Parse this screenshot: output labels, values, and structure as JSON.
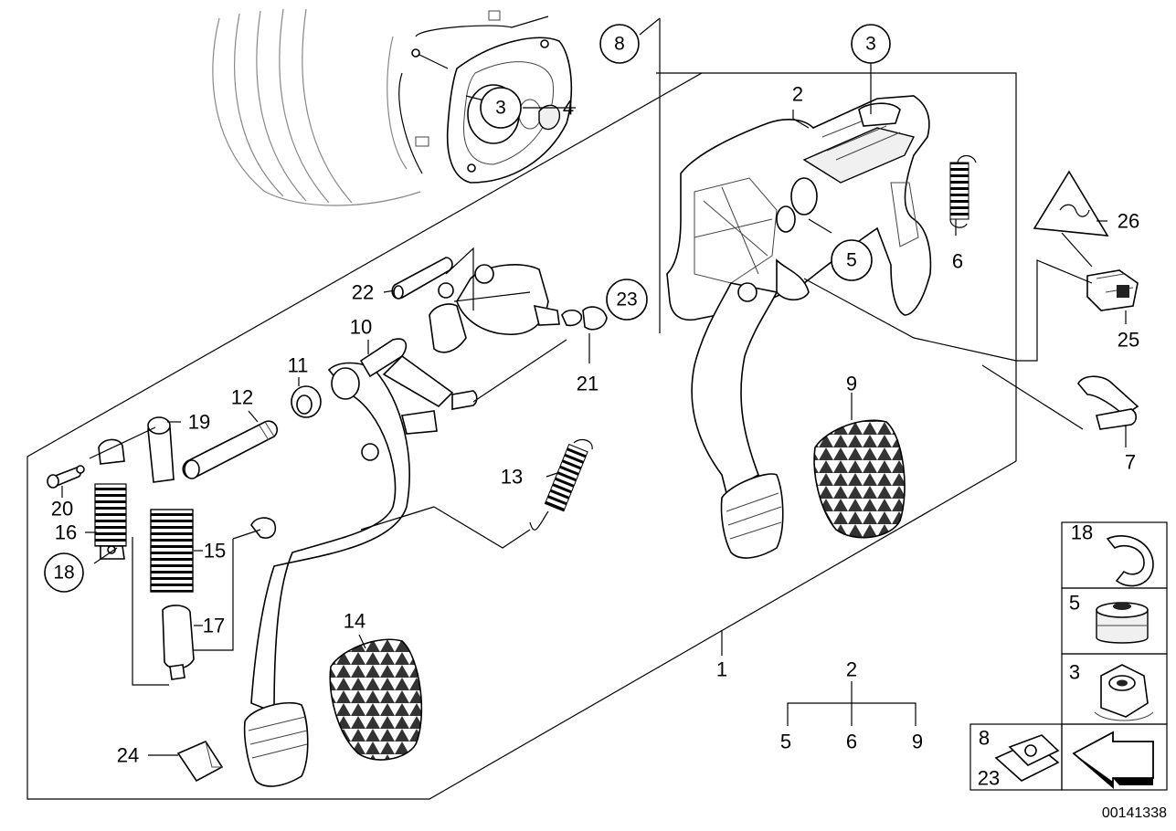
{
  "diagram_id": "00141338",
  "labels": {
    "l1": "1",
    "l2a": "2",
    "l2b": "2",
    "l3a": "3",
    "l3b": "3",
    "l3c": "3",
    "l4": "4",
    "l5a": "5",
    "l5b": "5",
    "l5c": "5",
    "l6a": "6",
    "l6b": "6",
    "l7": "7",
    "l8a": "8",
    "l8b": "8",
    "l9a": "9",
    "l9b": "9",
    "l10": "10",
    "l11": "11",
    "l12": "12",
    "l13": "13",
    "l14": "14",
    "l15": "15",
    "l16": "16",
    "l17": "17",
    "l18a": "18",
    "l18b": "18",
    "l19": "19",
    "l20": "20",
    "l21": "21",
    "l22": "22",
    "l23a": "23",
    "l23b": "23",
    "l24": "24",
    "l25": "25",
    "l26": "26"
  }
}
